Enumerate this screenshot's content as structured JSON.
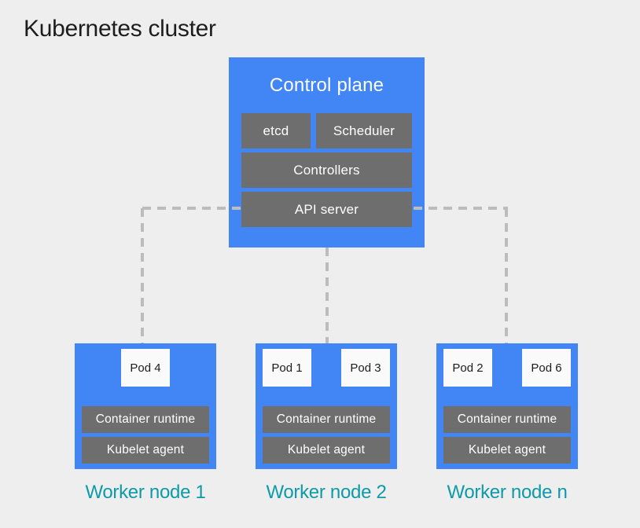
{
  "title": "Kubernetes cluster",
  "colors": {
    "background": "#eeeeee",
    "node_blue": "#4285f4",
    "box_gray": "#6e6e6e",
    "pod_white": "#fafafa",
    "label_teal": "#0e9aa8",
    "dash_gray": "#bcbcbc",
    "title_ink": "#1d1d1d",
    "text_white": "#ffffff"
  },
  "control_plane": {
    "title": "Control plane",
    "components": [
      "etcd",
      "Scheduler",
      "Controllers",
      "API server"
    ]
  },
  "worker_nodes": [
    {
      "label": "Worker node 1",
      "pods": [
        "Pod 4"
      ],
      "components": [
        "Container runtime",
        "Kubelet agent"
      ]
    },
    {
      "label": "Worker node 2",
      "pods": [
        "Pod 1",
        "Pod 3"
      ],
      "components": [
        "Container runtime",
        "Kubelet agent"
      ]
    },
    {
      "label": "Worker node n",
      "pods": [
        "Pod 2",
        "Pod 6"
      ],
      "components": [
        "Container runtime",
        "Kubelet agent"
      ]
    }
  ]
}
